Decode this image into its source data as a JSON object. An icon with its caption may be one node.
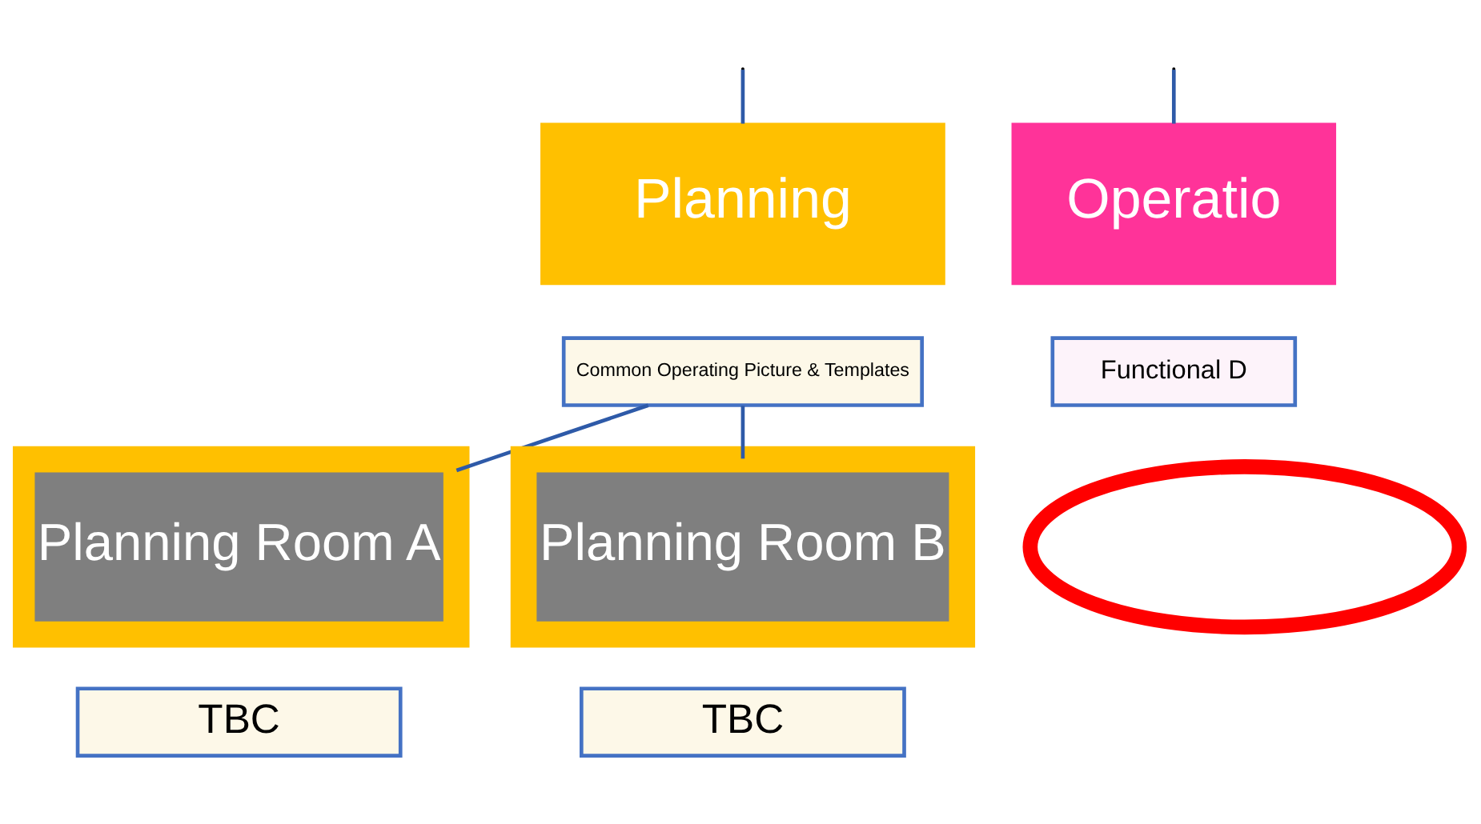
{
  "diagram": {
    "nodes": [
      {
        "text": [
          "Planning"
        ]
      },
      {
        "text": [
          "Common Operating Picture & Templates"
        ]
      },
      {
        "text": [
          "Operatio"
        ]
      },
      {
        "text": [
          "Functional D"
        ]
      },
      {
        "text": [
          "Planning Room A"
        ]
      },
      {
        "text": [
          "TBC"
        ]
      },
      {
        "text": [
          "Planning Room B"
        ]
      },
      {
        "text": [
          "TBC"
        ]
      },
      {
        "text": [],
        "shape": "ellipse"
      }
    ],
    "edges": [
      {
        "from": null,
        "to": 0,
        "arrow": "none"
      },
      {
        "from": null,
        "to": 2,
        "arrow": "none"
      },
      {
        "from": 1,
        "to": 4,
        "arrow": "none"
      },
      {
        "from": 1,
        "to": 6,
        "arrow": "none"
      }
    ]
  }
}
